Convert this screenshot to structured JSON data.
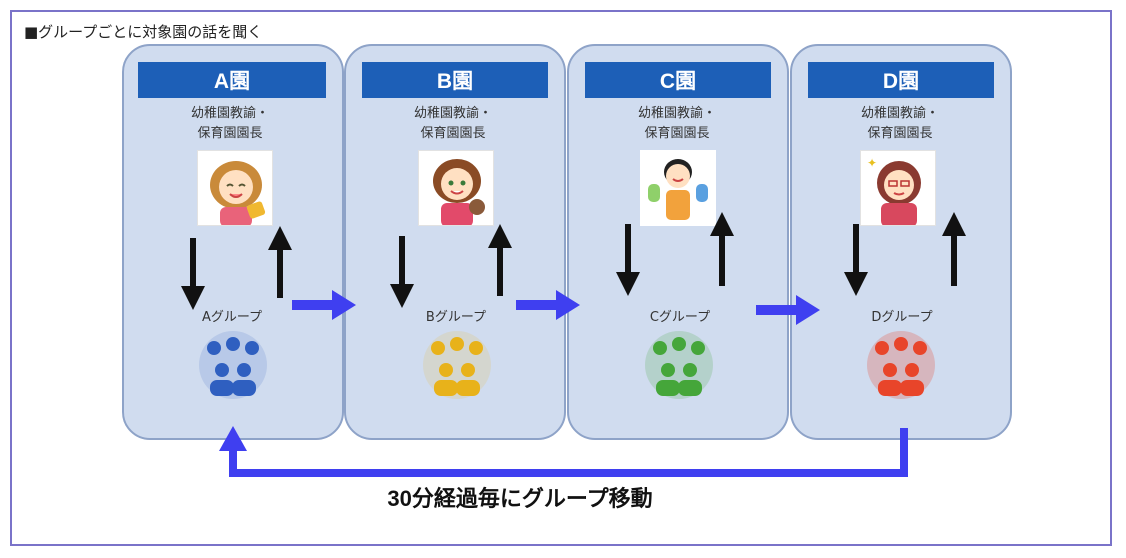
{
  "heading": "■グループごとに対象園の話を聞く",
  "role_line1": "幼稚園教諭・",
  "role_line2": "保育園園長",
  "footer": "30分経過毎にグループ移動",
  "gardens": [
    {
      "name": "A園",
      "group": "Aグループ",
      "color": "#2f5fc0"
    },
    {
      "name": "B園",
      "group": "Bグループ",
      "color": "#e8b21a"
    },
    {
      "name": "C園",
      "group": "Cグループ",
      "color": "#45a63a"
    },
    {
      "name": "D園",
      "group": "Dグループ",
      "color": "#e8452a"
    }
  ]
}
